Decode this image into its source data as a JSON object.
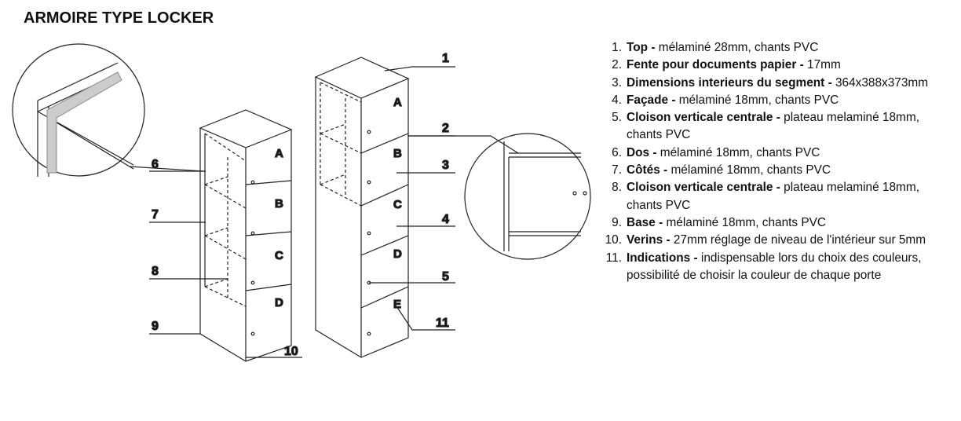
{
  "title": "ARMOIRE TYPE LOCKER",
  "callouts": [
    "1",
    "2",
    "3",
    "4",
    "5",
    "6",
    "7",
    "8",
    "9",
    "10",
    "11"
  ],
  "left_doors": [
    "A",
    "B",
    "C",
    "D"
  ],
  "right_doors": [
    "A",
    "B",
    "C",
    "D",
    "E"
  ],
  "legend": [
    {
      "num": "1.",
      "name": "Top -",
      "desc": " mélaminé 28mm, chants PVC"
    },
    {
      "num": "2.",
      "name": "Fente pour documents papier -",
      "desc": " 17mm"
    },
    {
      "num": "3.",
      "name": "Dimensions interieurs du segment -",
      "desc": " 364x388x373mm"
    },
    {
      "num": "4.",
      "name": "Façade -",
      "desc": " mélaminé 18mm, chants PVC"
    },
    {
      "num": "5.",
      "name": "Cloison verticale centrale -",
      "desc": " plateau melaminé 18mm, chants PVC"
    },
    {
      "num": "6.",
      "name": "Dos -",
      "desc": " mélaminé 18mm, chants PVC"
    },
    {
      "num": "7.",
      "name": "Côtés -",
      "desc": " mélaminé 18mm, chants PVC"
    },
    {
      "num": "8.",
      "name": "Cloison verticale centrale -",
      "desc": " plateau melaminé 18mm, chants PVC"
    },
    {
      "num": "9.",
      "name": "Base -",
      "desc": " mélaminé 18mm, chants PVC"
    },
    {
      "num": "10.",
      "name": "Verins -",
      "desc": " 27mm réglage de niveau de l'intérieur sur 5mm"
    },
    {
      "num": "11.",
      "name": "Indications -",
      "desc": " indispensable lors du choix des couleurs, possibilité de choisir la couleur de chaque porte"
    }
  ]
}
